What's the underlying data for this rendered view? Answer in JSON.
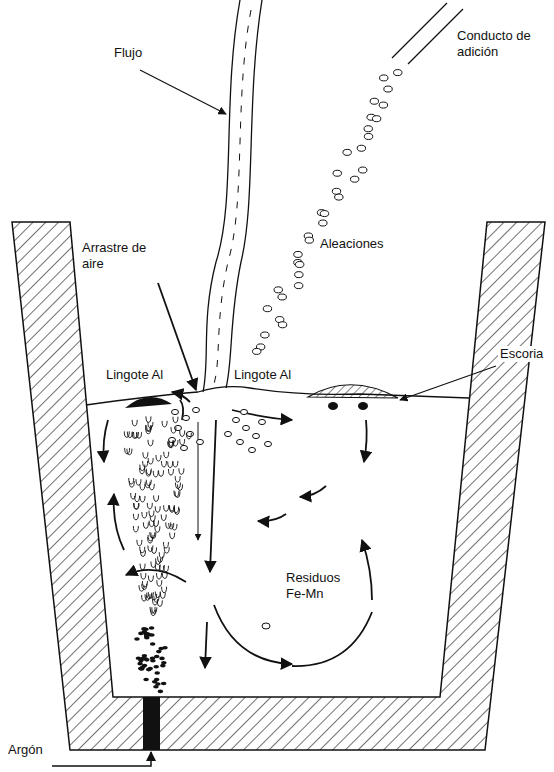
{
  "diagram": {
    "labels": [
      "Flujo",
      "Conducto de adición",
      "Arrastre de aire",
      "Aleaciones",
      "Lingote Al",
      "Lingote Al",
      "Escoria",
      "Residuos Fe-Mn",
      "Argón"
    ]
  }
}
